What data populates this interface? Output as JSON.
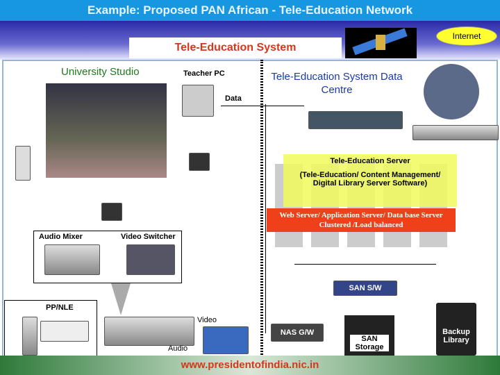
{
  "title": "Example: Proposed PAN African -  Tele-Education Network",
  "subtitle": "Tele-Education System",
  "internet": "Internet",
  "left": {
    "studio": "University Studio",
    "teacher_pc": "Teacher PC",
    "data": "Data",
    "audio_mixer": "Audio Mixer",
    "video_switcher": "Video Switcher",
    "pp_nle": "PP/NLE",
    "video": "Video",
    "audio": "Audio"
  },
  "right": {
    "data_centre": "Tele-Education System Data Centre",
    "server": "Tele-Education Server",
    "server_desc": "(Tele-Education/ Content Management/ Digital Library Server Software)",
    "cluster_line1": "Web Server/ Application Server/ Data base Server",
    "cluster_line2": "Clustered /Load balanced",
    "san_sw": "SAN S/W",
    "nas_gw": "NAS G/W",
    "san_storage": "SAN Storage",
    "backup": "Backup Library"
  },
  "footer": "www.presidentofindia.nic.in"
}
